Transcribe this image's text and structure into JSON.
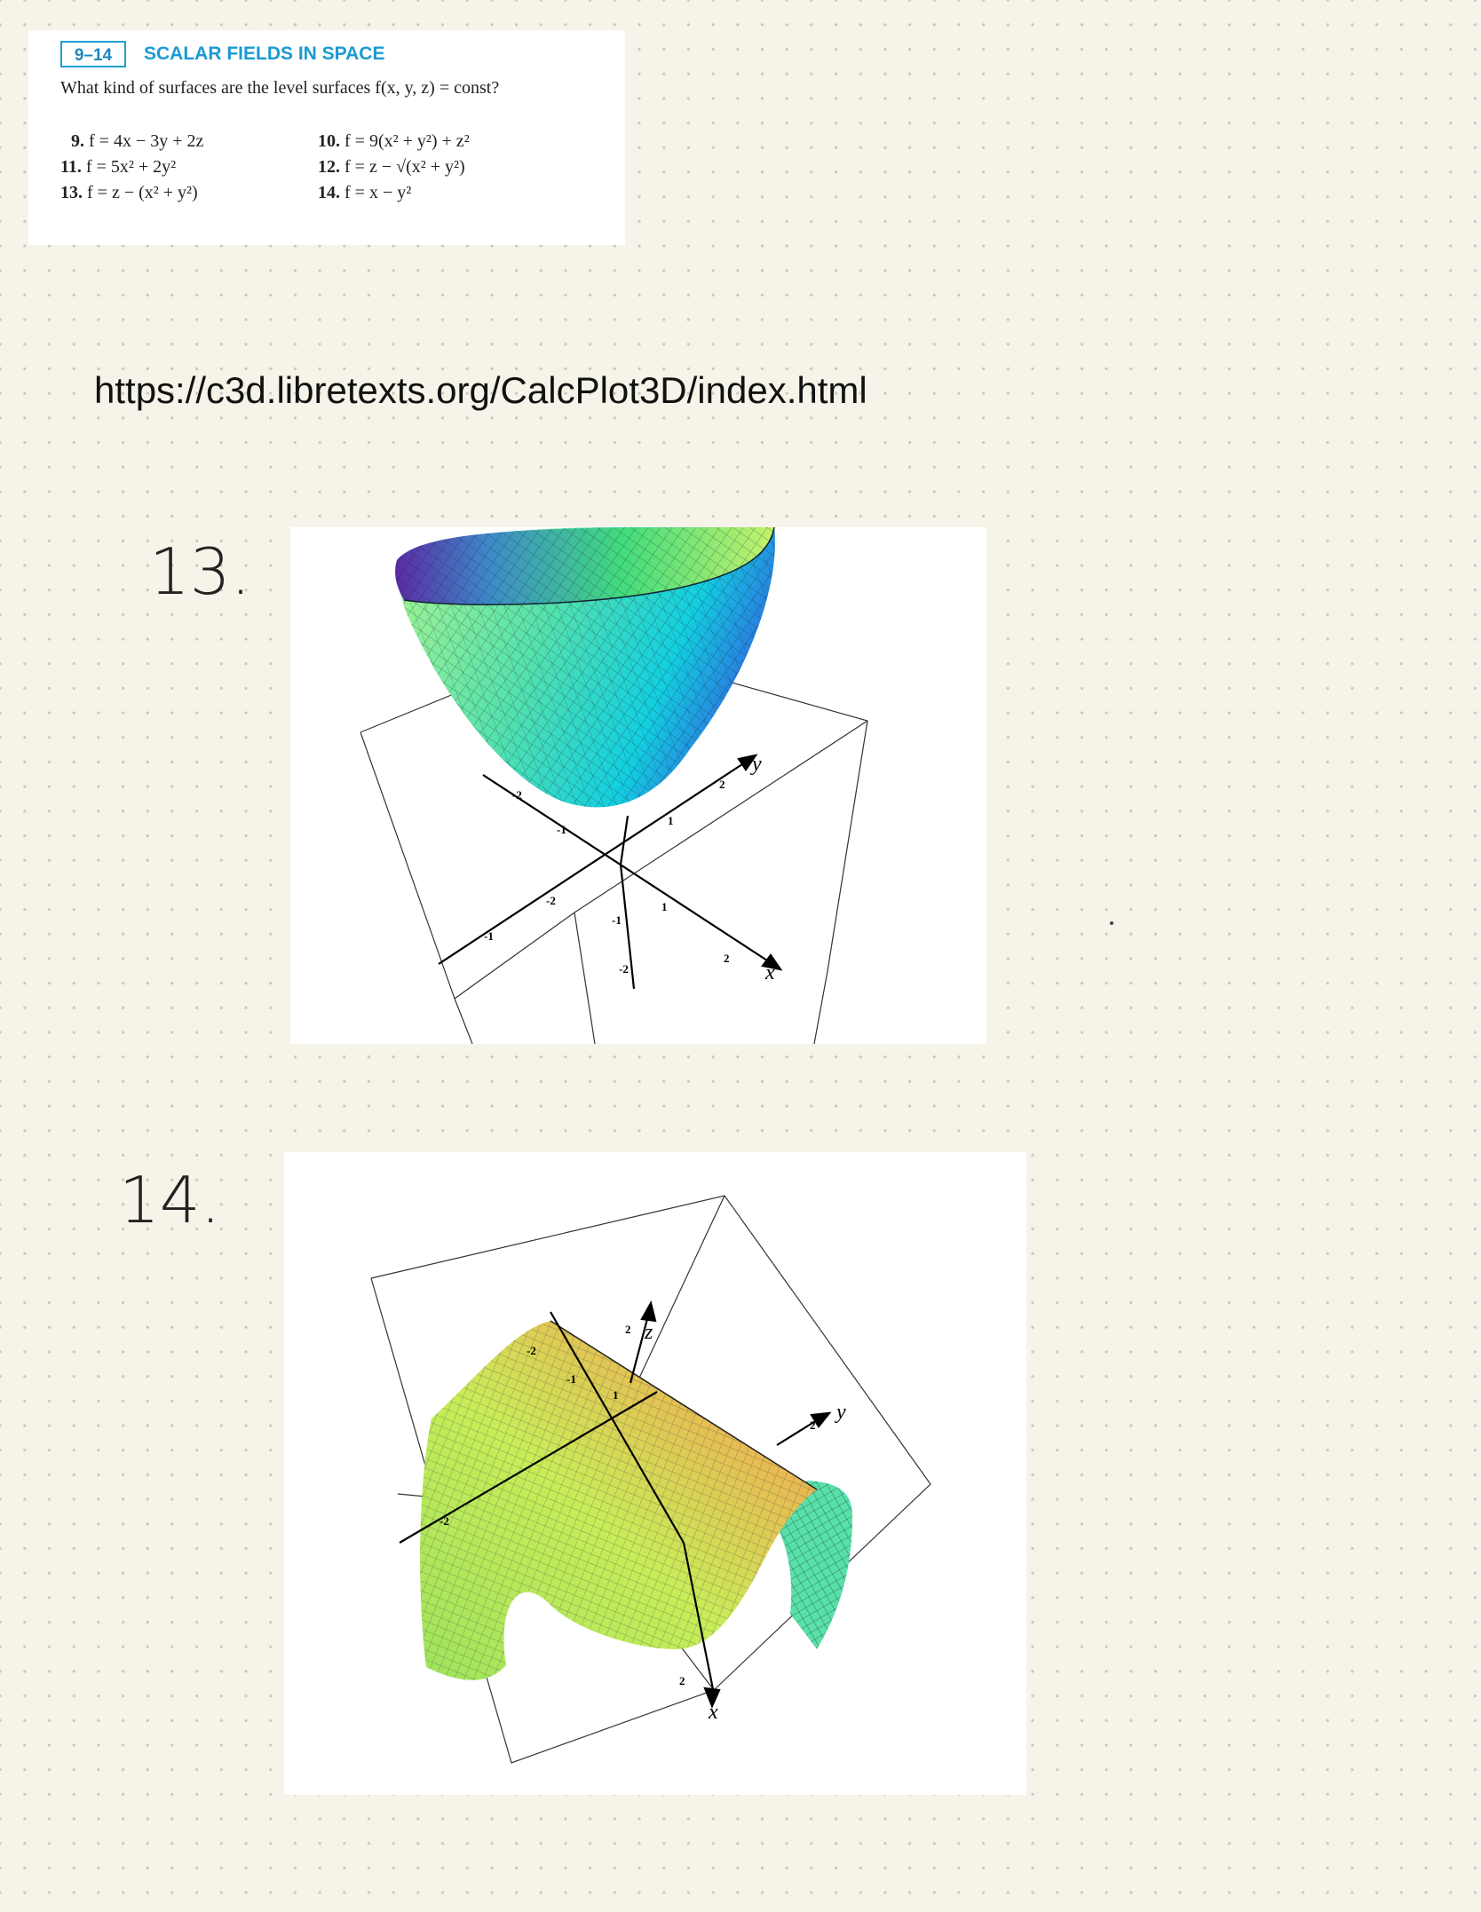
{
  "textbook": {
    "section_number": "9–14",
    "section_title": "SCALAR FIELDS IN SPACE",
    "question": "What kind of surfaces are the level surfaces f(x, y, z) = const?",
    "problems": [
      {
        "num": "9.",
        "expr": "f = 4x − 3y + 2z"
      },
      {
        "num": "10.",
        "expr": "f = 9(x² + y²) + z²"
      },
      {
        "num": "11.",
        "expr": "f = 5x² + 2y²"
      },
      {
        "num": "12.",
        "expr": "f = z − √(x² + y²)"
      },
      {
        "num": "13.",
        "expr": "f = z − (x² + y²)"
      },
      {
        "num": "14.",
        "expr": "f = x − y²"
      }
    ]
  },
  "url": "https://c3d.libretexts.org/CalcPlot3D/index.html",
  "handwritten": {
    "label13": "13.",
    "label14": "14."
  },
  "plot13": {
    "axis_labels": {
      "x": "x",
      "y": "y"
    },
    "tick_labels": [
      "-2",
      "-1",
      "1",
      "2",
      "-2",
      "-1",
      "1",
      "2",
      "-2",
      "-1"
    ]
  },
  "plot14": {
    "axis_labels": {
      "x": "x",
      "y": "y",
      "z": "z"
    },
    "tick_labels": [
      "-2",
      "2",
      "2",
      "-1",
      "1",
      "-2",
      "2"
    ]
  }
}
